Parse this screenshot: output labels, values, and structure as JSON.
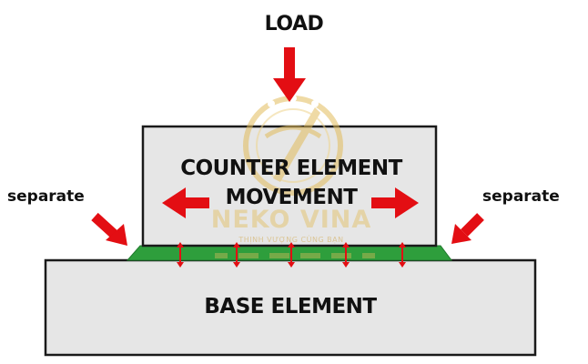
{
  "diagram": {
    "load_label": "LOAD",
    "counter_element_line1": "COUNTER ELEMENT",
    "counter_element_line2": "MOVEMENT",
    "base_element_label": "BASE ELEMENT",
    "separate_left_label": "separate",
    "separate_right_label": "separate"
  },
  "watermark": {
    "brand": "NEKO VINA",
    "tagline": "THỊNH VƯỢNG CÙNG BẠN"
  },
  "colors": {
    "arrow_red": "#e30e13",
    "element_fill": "#e6e6e6",
    "outline": "#1a1a1a",
    "adhesive_green": "#2e9e3c",
    "watermark_gold": "#e2bc5c"
  },
  "icons": {
    "load_arrow": "arrow-down-icon",
    "movement_left": "arrow-left-icon",
    "movement_right": "arrow-right-icon",
    "separate_left": "arrow-down-right-icon",
    "separate_right": "arrow-down-left-icon",
    "adhesive_markers": "double-arrow-vertical-icon"
  }
}
